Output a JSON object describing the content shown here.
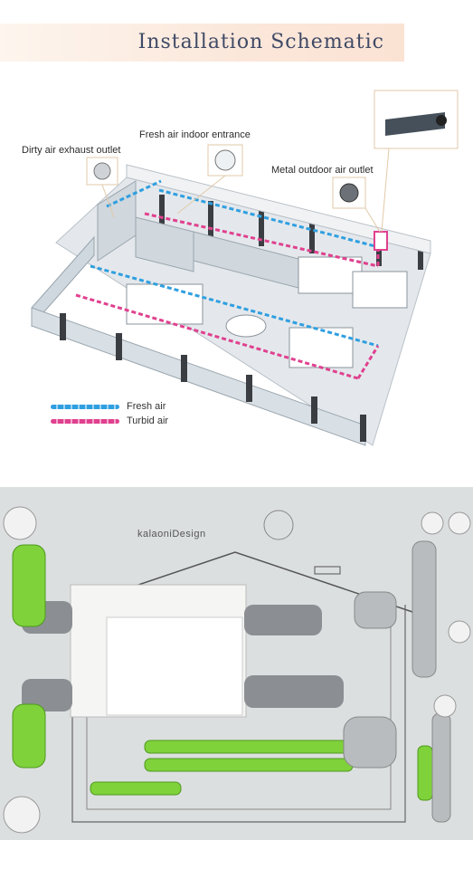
{
  "header": {
    "title": "Installation  Schematic"
  },
  "callouts": {
    "dirty_exhaust": "Dirty air exhaust outlet",
    "fresh_indoor": "Fresh air indoor entrance",
    "metal_outdoor": "Metal outdoor air outlet"
  },
  "legend": {
    "fresh": {
      "label": "Fresh air",
      "color": "#2f9fe0"
    },
    "turbid": {
      "label": "Turbid air",
      "color": "#e0418f"
    }
  },
  "photo": {
    "brand": "kalaoniDesign"
  }
}
